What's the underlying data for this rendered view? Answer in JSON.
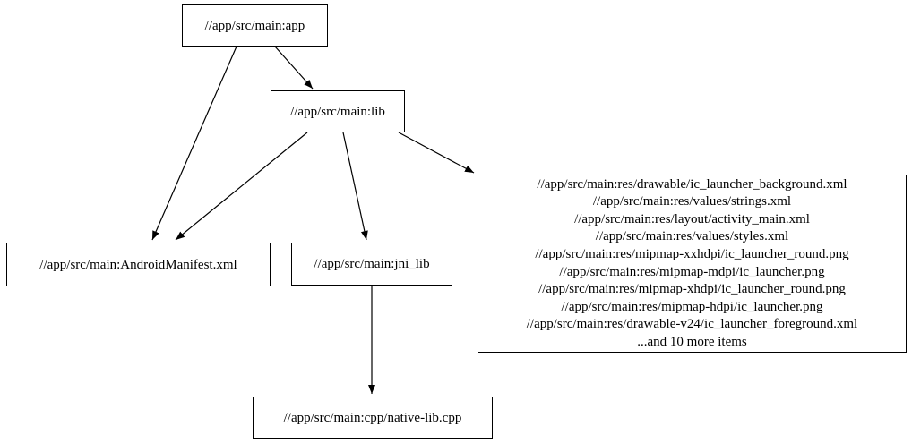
{
  "diagram": {
    "type": "dependency-graph",
    "background_color": "#ffffff",
    "node_border_color": "#000000",
    "edge_color": "#000000",
    "text_color": "#000000",
    "nodes": {
      "app": {
        "label": "//app/src/main:app"
      },
      "lib": {
        "label": "//app/src/main:lib"
      },
      "manifest": {
        "label": "//app/src/main:AndroidManifest.xml"
      },
      "jni_lib": {
        "label": "//app/src/main:jni_lib"
      },
      "res_group": {
        "lines": [
          "//app/src/main:res/drawable/ic_launcher_background.xml",
          "//app/src/main:res/values/strings.xml",
          "//app/src/main:res/layout/activity_main.xml",
          "//app/src/main:res/values/styles.xml",
          "//app/src/main:res/mipmap-xxhdpi/ic_launcher_round.png",
          "//app/src/main:res/mipmap-mdpi/ic_launcher.png",
          "//app/src/main:res/mipmap-xhdpi/ic_launcher_round.png",
          "//app/src/main:res/mipmap-hdpi/ic_launcher.png",
          "//app/src/main:res/drawable-v24/ic_launcher_foreground.xml",
          "...and 10 more items"
        ]
      },
      "native_lib": {
        "label": "//app/src/main:cpp/native-lib.cpp"
      }
    },
    "edges": [
      {
        "from": "app",
        "to": "lib"
      },
      {
        "from": "app",
        "to": "manifest"
      },
      {
        "from": "lib",
        "to": "manifest"
      },
      {
        "from": "lib",
        "to": "jni_lib"
      },
      {
        "from": "lib",
        "to": "res_group"
      },
      {
        "from": "jni_lib",
        "to": "native_lib"
      }
    ]
  }
}
